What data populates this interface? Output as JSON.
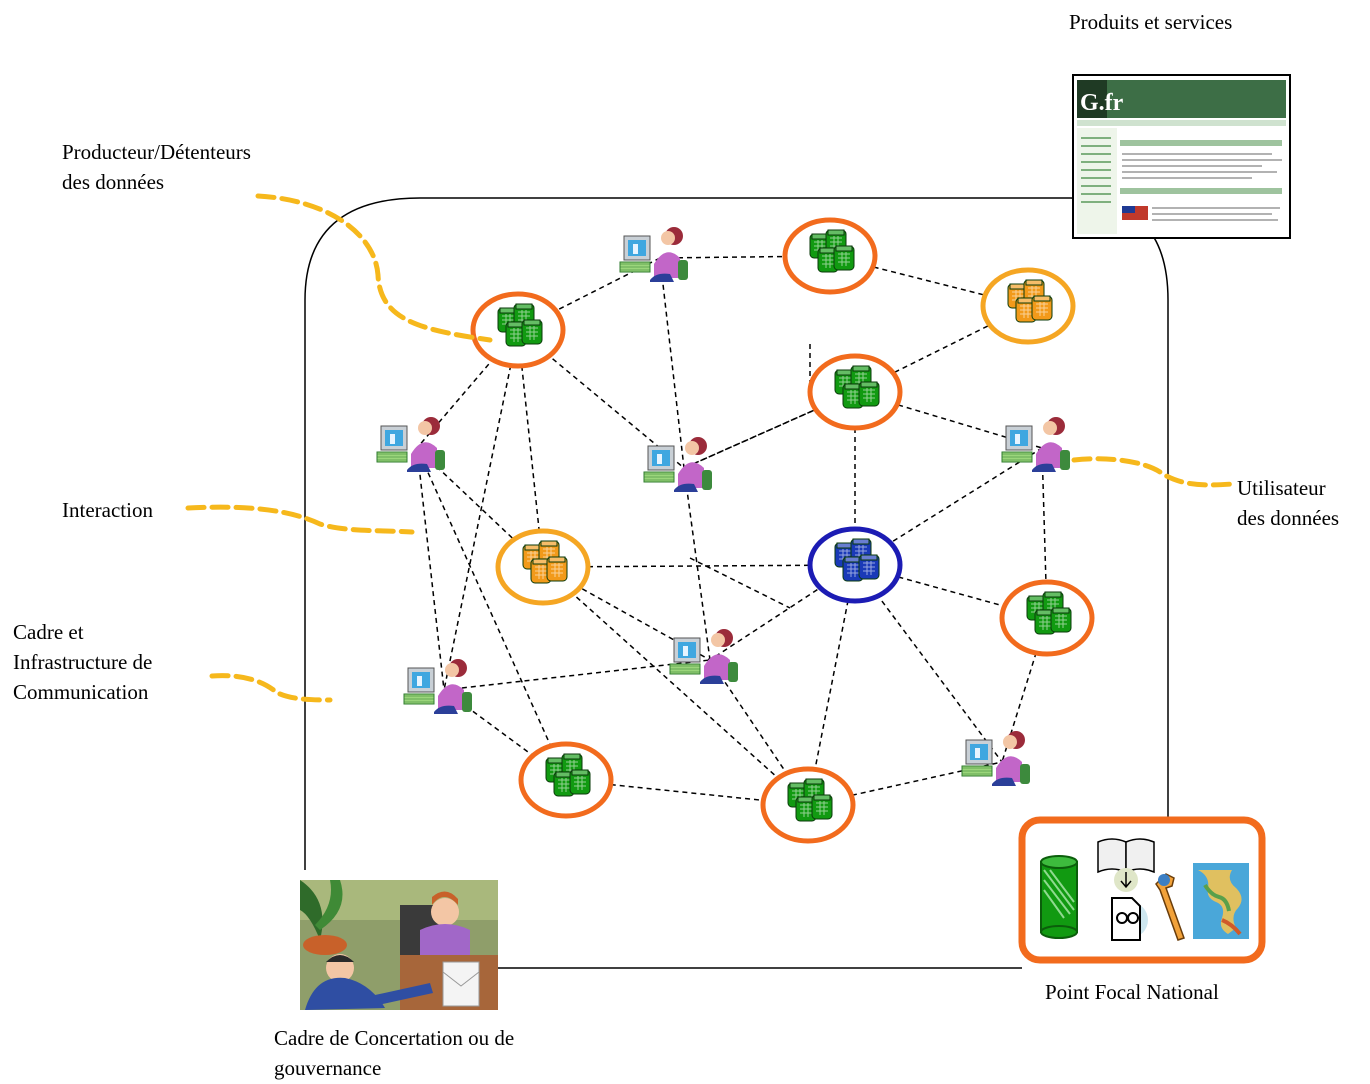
{
  "labels": {
    "produits": "Produits et services",
    "producteur_line1": "Producteur/Détenteurs",
    "producteur_line2": "des données",
    "interaction": "Interaction",
    "cadre_line1": "Cadre et",
    "cadre_line2": "Infrastructure de",
    "cadre_line3": "Communication",
    "utilisateur_line1": "Utilisateur",
    "utilisateur_line2": "des données",
    "point_focal": "Point Focal National",
    "concertation_line1": "Cadre de Concertation ou de",
    "concertation_line2": "gouvernance"
  },
  "website_thumbnail": {
    "logo_text": "G.fr"
  },
  "colors": {
    "ring_orange": "#f26b1d",
    "ring_light_orange": "#f5a623",
    "ring_blue": "#1c1cb4",
    "db_green": "#119a11",
    "db_orange": "#f29a1a",
    "db_blue": "#1a3ab8",
    "callout": "#f6b81c"
  },
  "nodes": [
    {
      "id": "db1",
      "kind": "database",
      "ring": "ring_orange",
      "db": "db_green"
    },
    {
      "id": "db2",
      "kind": "database",
      "ring": "ring_orange",
      "db": "db_green"
    },
    {
      "id": "db3",
      "kind": "database",
      "ring": "ring_light_orange",
      "db": "db_orange"
    },
    {
      "id": "db4",
      "kind": "database",
      "ring": "ring_orange",
      "db": "db_green"
    },
    {
      "id": "db5",
      "kind": "database",
      "ring": "ring_light_orange",
      "db": "db_orange"
    },
    {
      "id": "db6",
      "kind": "database",
      "ring": "ring_blue",
      "db": "db_blue"
    },
    {
      "id": "db7",
      "kind": "database",
      "ring": "ring_orange",
      "db": "db_green"
    },
    {
      "id": "db8",
      "kind": "database",
      "ring": "ring_orange",
      "db": "db_green"
    },
    {
      "id": "db9",
      "kind": "database",
      "ring": "ring_orange",
      "db": "db_green"
    },
    {
      "id": "u1",
      "kind": "user"
    },
    {
      "id": "u2",
      "kind": "user"
    },
    {
      "id": "u3",
      "kind": "user"
    },
    {
      "id": "u4",
      "kind": "user"
    },
    {
      "id": "u5",
      "kind": "user"
    },
    {
      "id": "u6",
      "kind": "user"
    },
    {
      "id": "u7",
      "kind": "user"
    }
  ],
  "links": [
    [
      "u1",
      "db2"
    ],
    [
      "u1",
      "db1"
    ],
    [
      "u1",
      "u3"
    ],
    [
      "db1",
      "u2"
    ],
    [
      "db1",
      "db5"
    ],
    [
      "db1",
      "u3"
    ],
    [
      "db1",
      "u4"
    ],
    [
      "db2",
      "db3"
    ],
    [
      "db3",
      "db4"
    ],
    [
      "db4",
      "u3"
    ],
    [
      "db4",
      "u5"
    ],
    [
      "db4",
      "db6"
    ],
    [
      "u2",
      "db5"
    ],
    [
      "u2",
      "u4"
    ],
    [
      "u2",
      "db8"
    ],
    [
      "db5",
      "db6"
    ],
    [
      "db5",
      "u6"
    ],
    [
      "db5",
      "db9"
    ],
    [
      "u3",
      "u6"
    ],
    [
      "u3",
      "db4"
    ],
    [
      "db6",
      "u5"
    ],
    [
      "db6",
      "u6"
    ],
    [
      "db6",
      "db7"
    ],
    [
      "db6",
      "u7"
    ],
    [
      "db6",
      "db9"
    ],
    [
      "u5",
      "db7"
    ],
    [
      "db7",
      "u7"
    ],
    [
      "u4",
      "u6"
    ],
    [
      "u4",
      "db8"
    ],
    [
      "db8",
      "db9"
    ],
    [
      "u6",
      "db9"
    ],
    [
      "db9",
      "u7"
    ]
  ]
}
